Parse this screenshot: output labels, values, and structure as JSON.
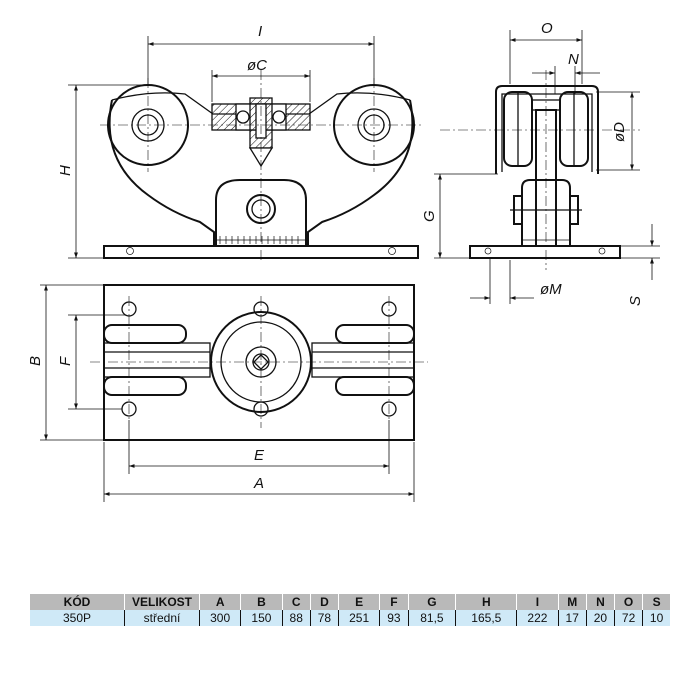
{
  "labels": {
    "I": "I",
    "C": "øC",
    "H": "H",
    "O": "O",
    "N": "N",
    "D": "øD",
    "G": "G",
    "M": "øM",
    "S": "S",
    "B": "B",
    "F": "F",
    "E": "E",
    "A": "A"
  },
  "table": {
    "headers": [
      "KÓD",
      "VELIKOST",
      "A",
      "B",
      "C",
      "D",
      "E",
      "F",
      "G",
      "H",
      "I",
      "M",
      "N",
      "O",
      "S"
    ],
    "rows": [
      [
        "350P",
        "střední",
        "300",
        "150",
        "88",
        "78",
        "251",
        "93",
        "81,5",
        "165,5",
        "222",
        "17",
        "20",
        "72",
        "10"
      ]
    ]
  }
}
